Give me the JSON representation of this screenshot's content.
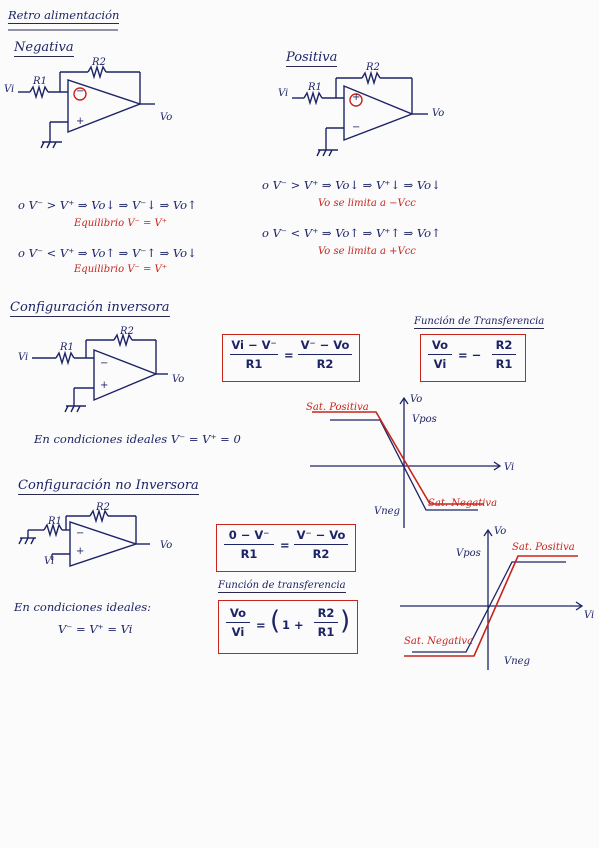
{
  "header": {
    "title": "Retro alimentación"
  },
  "negative": {
    "heading": "Negativa",
    "labels": {
      "vi": "Vi",
      "r1": "R1",
      "r2": "R2",
      "minus": "−",
      "plus": "+",
      "vo": "Vo"
    },
    "case1": {
      "expr": "o V⁻ > V⁺ ⇒ Vo↓ ⇒ V⁻↓ ⇒ Vo↑",
      "note": "Equilibrio V⁻ = V⁺"
    },
    "case2": {
      "expr": "o V⁻ < V⁺ ⇒ Vo↑ ⇒ V⁻↑ ⇒ Vo↓",
      "note": "Equilibrio V⁻ = V⁺"
    }
  },
  "positive": {
    "heading": "Positiva",
    "labels": {
      "vi": "Vi",
      "r1": "R1",
      "r2": "R2",
      "minus": "−",
      "plus": "+",
      "vo": "Vo"
    },
    "case1": {
      "expr": "o V⁻ > V⁺ ⇒ Vo↓ ⇒ V⁺↓ ⇒ Vo↓",
      "note": "Vo se limita a −Vcc"
    },
    "case2": {
      "expr": "o V⁻ < V⁺ ⇒ Vo↑ ⇒ V⁺↑ ⇒ Vo↑",
      "note": "Vo se limita a +Vcc"
    }
  },
  "inverting": {
    "heading": "Configuración inversora",
    "labels": {
      "vi": "Vi",
      "r1": "R1",
      "r2": "R2",
      "minus": "−",
      "plus": "+",
      "vo": "Vo"
    },
    "equation": {
      "lhs_num": "Vi − V⁻",
      "lhs_den": "R1",
      "eq": "=",
      "rhs_num": "V⁻ − Vo",
      "rhs_den": "R2"
    },
    "transfer_title": "Función de Transferencia",
    "transfer": {
      "lhs_num": "Vo",
      "lhs_den": "Vi",
      "eq": "= −",
      "rhs_num": "R2",
      "rhs_den": "R1"
    },
    "ideal": "En condiciones ideales V⁻ = V⁺ = 0",
    "graph": {
      "vo": "Vo",
      "vi": "Vi",
      "vpos": "Vpos",
      "vneg": "Vneg",
      "sat_pos": "Sat. Positiva",
      "sat_neg": "Sat. Negativa"
    }
  },
  "non_inverting": {
    "heading": "Configuración no Inversora",
    "labels": {
      "vi": "Vi",
      "r1": "R1",
      "r2": "R2",
      "minus": "−",
      "plus": "+",
      "vo": "Vo"
    },
    "equation": {
      "lhs_num": "0 − V⁻",
      "lhs_den": "R1",
      "eq": "=",
      "rhs_num": "V⁻ − Vo",
      "rhs_den": "R2"
    },
    "transfer_title": "Función de transferencia",
    "transfer": {
      "lhs_num": "Vo",
      "lhs_den": "Vi",
      "eq": "=",
      "paren_l": "(",
      "one": "1 +",
      "rhs_num": "R2",
      "rhs_den": "R1",
      "paren_r": ")"
    },
    "ideal": "En condiciones ideales:",
    "ideal_eq": "V⁻ = V⁺ = Vi",
    "graph": {
      "vo": "Vo",
      "vi": "Vi",
      "vpos": "Vpos",
      "vneg": "Vneg",
      "sat_pos": "Sat. Positiva",
      "sat_neg": "Sat. Negativa"
    }
  }
}
